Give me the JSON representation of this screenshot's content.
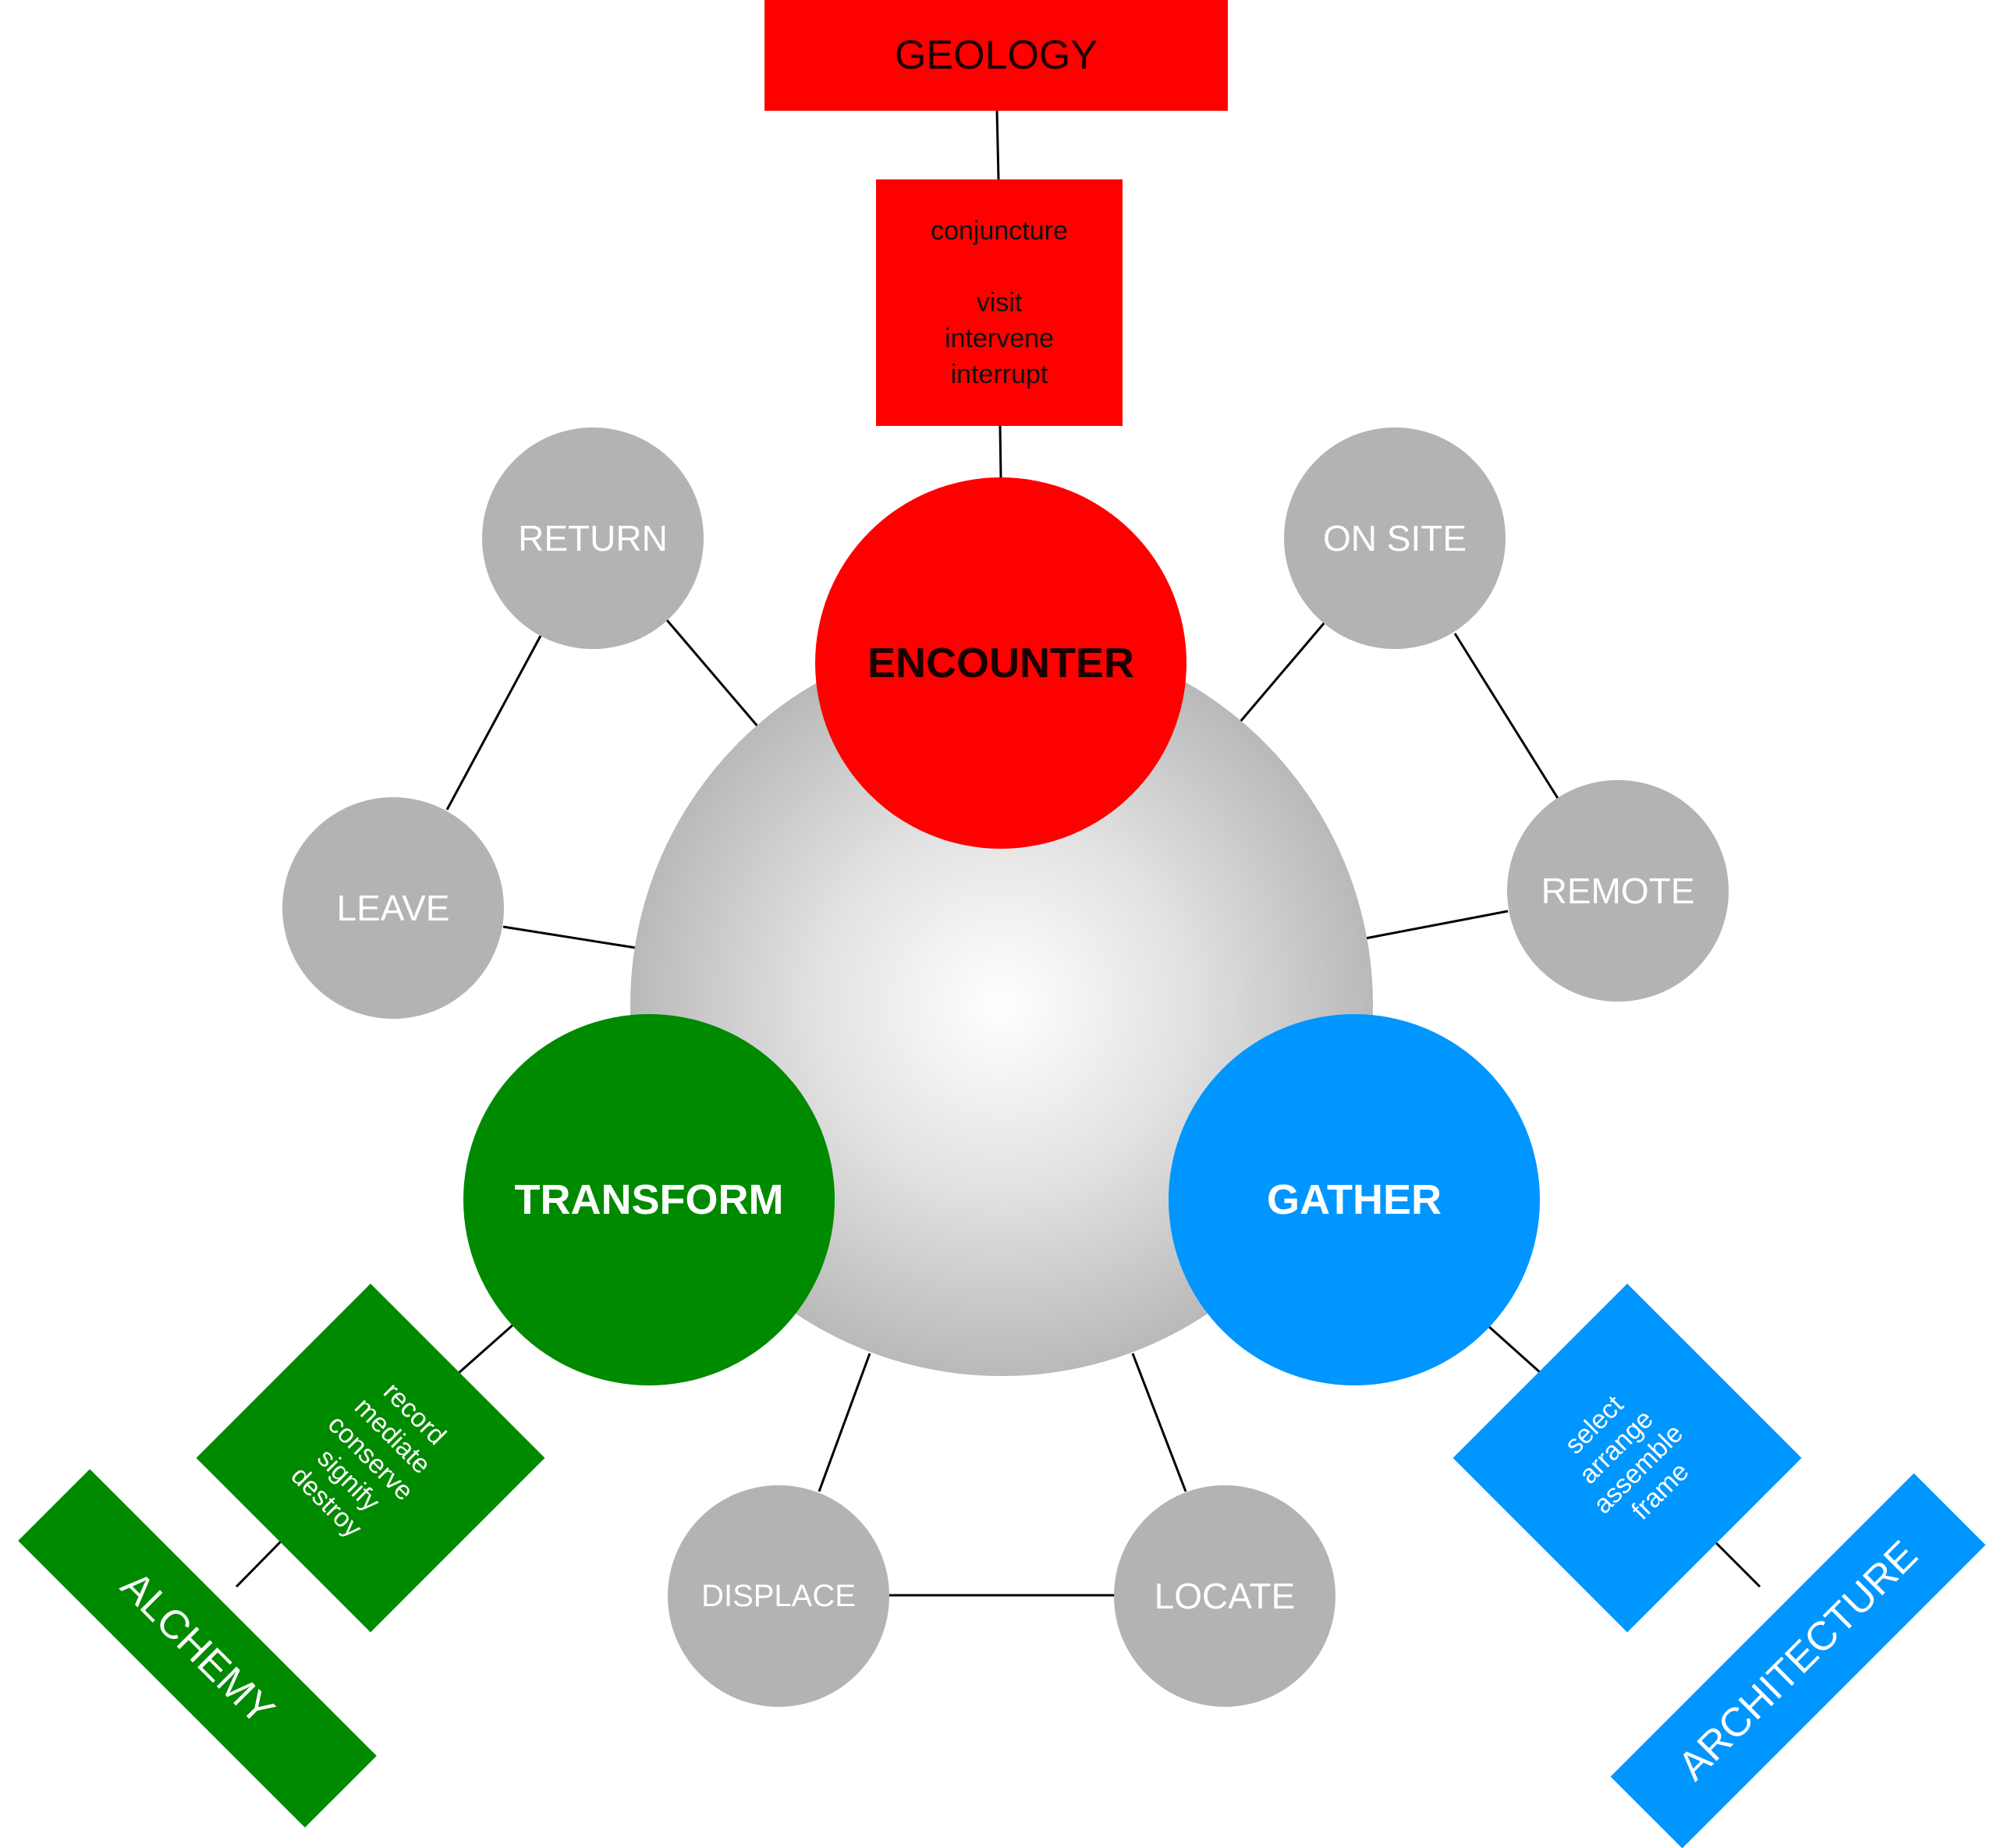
{
  "colors": {
    "encounter": "#ff0000",
    "transform": "#008a00",
    "gather": "#0096ff",
    "satellite": "#b3b3b3",
    "sphere_light": "#ffffff",
    "sphere_dark": "#9a9a9a",
    "connector": "#000000"
  },
  "nodes": {
    "geology": "GEOLOGY",
    "encounter": "ENCOUNTER",
    "transform": "TRANSFORM",
    "gather": "GATHER",
    "return": "RETURN",
    "leave": "LEAVE",
    "on_site": "ON SITE",
    "remote": "REMOTE",
    "displace": "DISPLACE",
    "locate": "LOCATE",
    "alchemy": "ALCHEMY",
    "architecture": "ARCHITECTURE"
  },
  "encounter_box": {
    "heading": "conjuncture",
    "items": [
      "visit",
      "intervene",
      "interrupt"
    ]
  },
  "transform_box": {
    "items": [
      "record",
      "mediate",
      "conserve",
      "signify",
      "destroy"
    ]
  },
  "gather_box": {
    "items": [
      "select",
      "arrange",
      "assemble",
      "frame"
    ]
  }
}
